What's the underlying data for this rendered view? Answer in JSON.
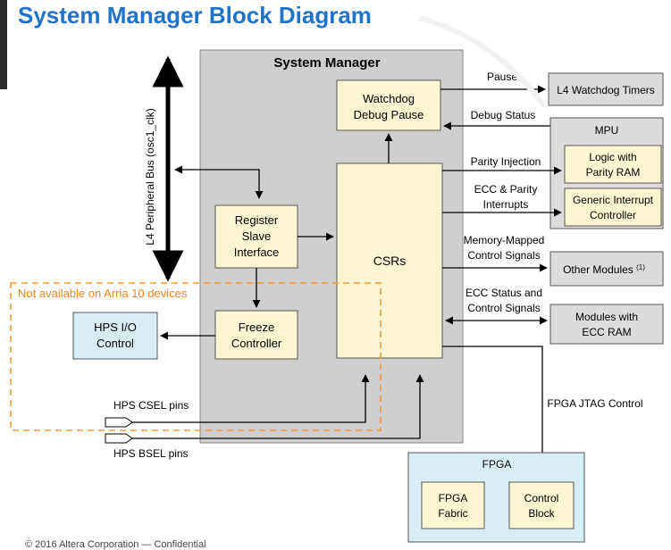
{
  "title": "System Manager Block Diagram",
  "footer": "© 2016 Altera Corporation — Confidential",
  "colors": {
    "title": "#1f73c8",
    "system_manager_fill": "#cfcfcf",
    "block_yellow": "#fef6d3",
    "block_blue": "#d7eef7",
    "gray_box": "#dcdcdc",
    "dashed_orange": "#f39c39",
    "note_text": "#f0861d"
  },
  "system_manager": {
    "label": "System Manager"
  },
  "bus": {
    "label": "L4 Peripheral Bus (osc1_clk)"
  },
  "blocks": {
    "watchdog": {
      "line1": "Watchdog",
      "line2": "Debug Pause"
    },
    "register_slave": {
      "line1": "Register",
      "line2": "Slave",
      "line3": "Interface"
    },
    "csrs": {
      "label": "CSRs"
    },
    "freeze": {
      "line1": "Freeze",
      "line2": "Controller"
    },
    "hps_io": {
      "line1": "HPS I/O",
      "line2": "Control"
    }
  },
  "external": {
    "l4_watchdog": {
      "label": "L4 Watchdog Timers"
    },
    "mpu": {
      "label": "MPU"
    },
    "logic_parity": {
      "line1": "Logic with",
      "line2": "Parity RAM"
    },
    "gic": {
      "line1": "Generic Interrupt",
      "line2": "Controller"
    },
    "other_modules": {
      "label": "Other Modules",
      "footnote": "(1)"
    },
    "ecc_modules": {
      "line1": "Modules with",
      "line2": "ECC RAM"
    },
    "fpga": {
      "label": "FPGA"
    },
    "fpga_fabric": {
      "line1": "FPGA",
      "line2": "Fabric"
    },
    "control_block": {
      "line1": "Control",
      "line2": "Block"
    }
  },
  "signals": {
    "pause": "Pause",
    "debug_status": "Debug Status",
    "parity_injection": "Parity Injection",
    "ecc_parity_1": "ECC & Parity",
    "ecc_parity_2": "Interrupts",
    "mem_mapped_1": "Memory-Mapped",
    "mem_mapped_2": "Control Signals",
    "ecc_status_1": "ECC Status and",
    "ecc_status_2": "Control Signals",
    "fpga_jtag": "FPGA JTAG Control",
    "hps_csel": "HPS CSEL pins",
    "hps_bsel": "HPS BSEL pins"
  },
  "note": {
    "label": "Not available on Arria 10 devices"
  }
}
